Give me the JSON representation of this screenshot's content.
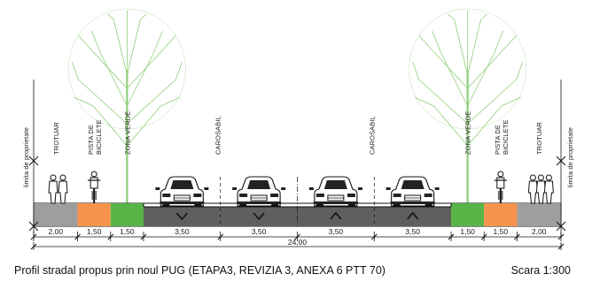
{
  "drawing": {
    "caption": "Profil stradal propus prin noul PUG (ETAPA3, REVIZIA 3, ANEXA 6 PTT 70)",
    "scale": "Scara 1:300",
    "total_width": "24,00",
    "zones": [
      {
        "id": "trotuar-left",
        "label": "TROTUAR",
        "width_label": "2,00",
        "width_m": 2.0,
        "color": "#9e9e9e"
      },
      {
        "id": "bike-left",
        "label": "PISTA DE BICICLETE",
        "width_label": "1,50",
        "width_m": 1.5,
        "color": "#f7934c"
      },
      {
        "id": "green-left",
        "label": "ZONA VERDE",
        "width_label": "1,50",
        "width_m": 1.5,
        "color": "#58b446"
      },
      {
        "id": "lane-1",
        "label": "CAROSABIL",
        "width_label": "3,50",
        "width_m": 3.5,
        "color": "#5f5f5f",
        "direction": "down"
      },
      {
        "id": "lane-2",
        "label": "",
        "width_label": "3,50",
        "width_m": 3.5,
        "color": "#5f5f5f",
        "direction": "down"
      },
      {
        "id": "lane-3",
        "label": "CAROSABIL",
        "width_label": "3,50",
        "width_m": 3.5,
        "color": "#5f5f5f",
        "direction": "up"
      },
      {
        "id": "lane-4",
        "label": "",
        "width_label": "3,50",
        "width_m": 3.5,
        "color": "#5f5f5f",
        "direction": "up"
      },
      {
        "id": "green-right",
        "label": "ZONA VERDE",
        "width_label": "1,50",
        "width_m": 1.5,
        "color": "#58b446"
      },
      {
        "id": "bike-right",
        "label": "PISTA DE BICICLETE",
        "width_label": "1,50",
        "width_m": 1.5,
        "color": "#f7934c"
      },
      {
        "id": "trotuar-right",
        "label": "TROTUAR",
        "width_label": "2,00",
        "width_m": 2.0,
        "color": "#9e9e9e"
      }
    ],
    "property_limit_label": "limita de proprietate",
    "tree_color": "#8fcf7a"
  }
}
